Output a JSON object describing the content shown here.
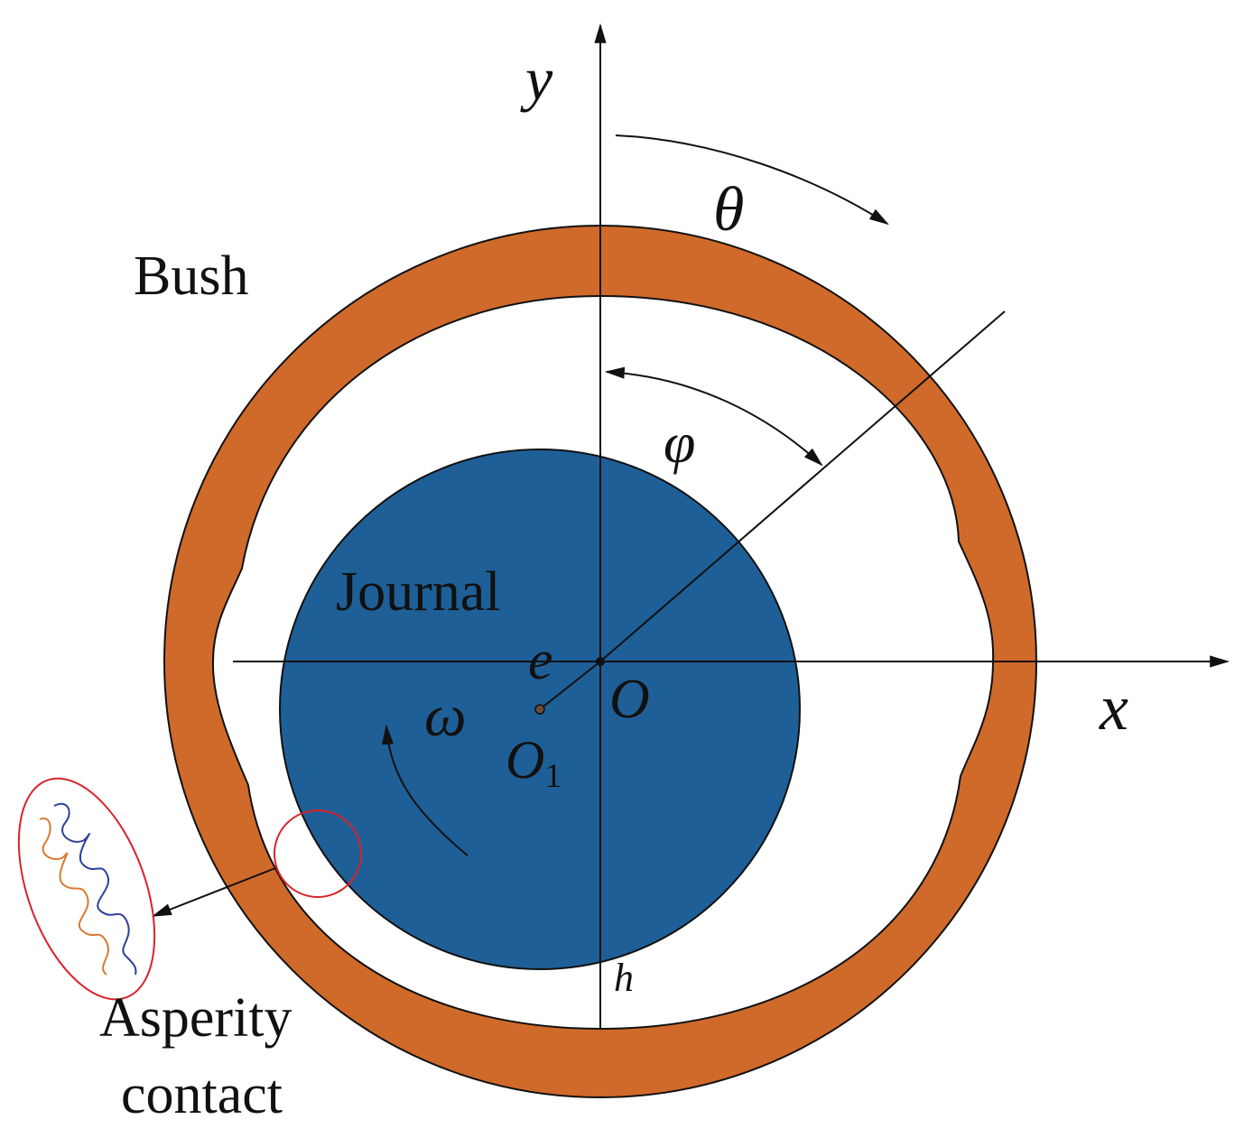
{
  "labels": {
    "y_axis": "y",
    "x_axis": "x",
    "theta": "θ",
    "phi": "φ",
    "bush": "Bush",
    "journal": "Journal",
    "eccentricity": "e",
    "origin": "O",
    "omega": "ω",
    "journal_center": "O",
    "journal_center_subscript": "1",
    "film_thickness": "h",
    "asperity_line1": "Asperity",
    "asperity_line2": "contact"
  },
  "colors": {
    "bush": "#cf6a2b",
    "journal": "#1f5f97",
    "lines": "#111111",
    "contact_circle": "#d8232a",
    "rough_surface_1": "#2e3f9b",
    "rough_surface_2": "#d9792f",
    "background": "#ffffff"
  }
}
